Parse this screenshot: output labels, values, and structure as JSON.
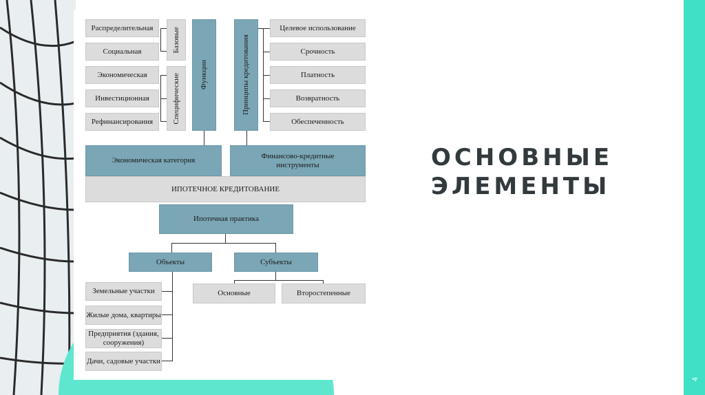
{
  "slide": {
    "title_line1": "ОСНОВНЫЕ",
    "title_line2": "ЭЛЕМЕНТЫ",
    "slide_number": "4",
    "accent_color": "#3fe0c6"
  },
  "diagram": {
    "functions_left": [
      "Распределительная",
      "Социальная",
      "Экономическая",
      "Инвестиционная",
      "Рефинансирования"
    ],
    "basic": "Базовые",
    "specific": "Специфические",
    "functions": "Функции",
    "principles": "Принципы кредитования",
    "principles_list": [
      "Целевое использование",
      "Срочность",
      "Платность",
      "Возвратность",
      "Обеспеченность"
    ],
    "economic_category": "Экономическая категория",
    "instruments": "Финансово-кредитные инструменты",
    "mortgage": "ИПОТЕЧНОЕ КРЕДИТОВАНИЕ",
    "practice": "Ипотечная практика",
    "objects": "Объекты",
    "subjects": "Субъекты",
    "objects_list": [
      "Земельные участки",
      "Жилые дома, квартиры",
      "Предприятия (здания, сооружения)",
      "Дачи, садовые участки"
    ],
    "subjects_list": [
      "Основные",
      "Второстепенные"
    ]
  }
}
